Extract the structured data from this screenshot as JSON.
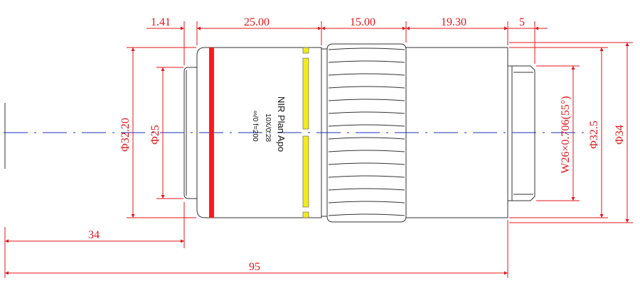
{
  "colors": {
    "dimension": "#e4151a",
    "outline": "#333333",
    "axis": "#1a2fb0",
    "red_band": "#ff1a1a",
    "yellow_marker": "#f2ea1c"
  },
  "dimensions": {
    "top": {
      "d141": "1.41",
      "d2500": "25.00",
      "d1500": "15.00",
      "d1930": "19.30",
      "d5": "5"
    },
    "bottom": {
      "d34": "34",
      "d95": "95"
    },
    "diameters": {
      "d25": "Φ25",
      "d3220": "Φ32.20",
      "thread": "W26×0.706(55°)",
      "d325": "Φ32.5",
      "d34": "Φ34"
    }
  },
  "lens": {
    "name": "NIR Plan Apo",
    "spec": "10X/0.28",
    "infinity": "∞/0 f=200"
  }
}
